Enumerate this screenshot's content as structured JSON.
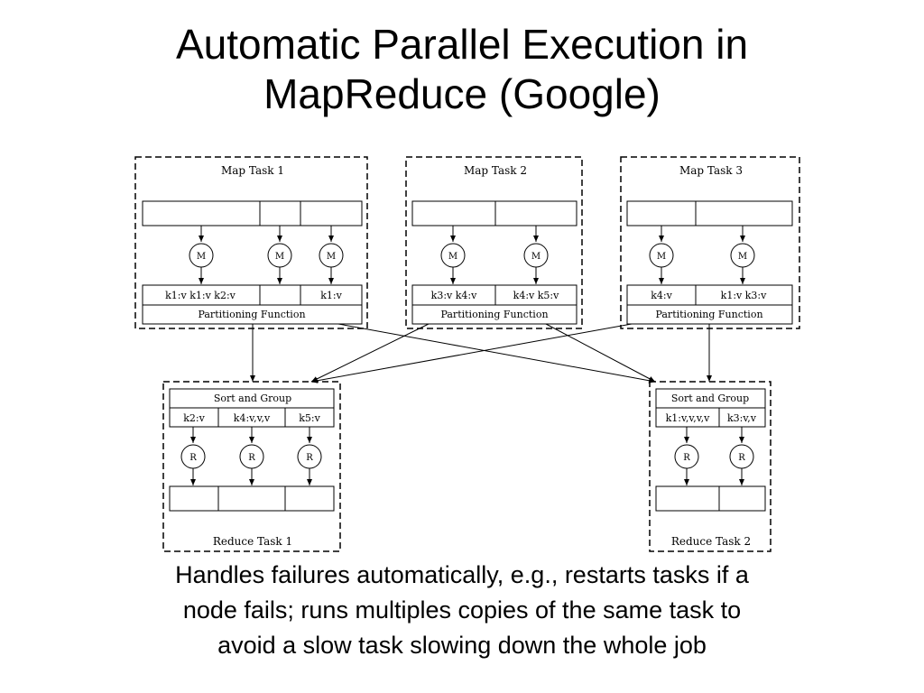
{
  "title": {
    "line1": "Automatic Parallel Execution in",
    "line2": "MapReduce (Google)"
  },
  "diagram": {
    "map_tasks": [
      {
        "label": "Map Task 1",
        "outputs": [
          "k1:v k1:v k2:v",
          "",
          "k1:v"
        ],
        "mapper": "M",
        "partition": "Partitioning Function"
      },
      {
        "label": "Map Task 2",
        "outputs": [
          "k3:v k4:v",
          "k4:v k5:v"
        ],
        "mapper": "M",
        "partition": "Partitioning Function"
      },
      {
        "label": "Map Task 3",
        "outputs": [
          "k4:v",
          "k1:v k3:v"
        ],
        "mapper": "M",
        "partition": "Partitioning Function"
      }
    ],
    "reduce_tasks": [
      {
        "label": "Reduce Task 1",
        "sort": "Sort and Group",
        "groups": [
          "k2:v",
          "k4:v,v,v",
          "k5:v"
        ],
        "reducer": "R"
      },
      {
        "label": "Reduce Task 2",
        "sort": "Sort and Group",
        "groups": [
          "k1:v,v,v,v",
          "k3:v,v"
        ],
        "reducer": "R"
      }
    ]
  },
  "caption": {
    "line1": "Handles failures automatically, e.g., restarts tasks if a",
    "line2": "node fails; runs multiples copies of the same task to",
    "line3": "avoid a slow task slowing down the whole job"
  }
}
